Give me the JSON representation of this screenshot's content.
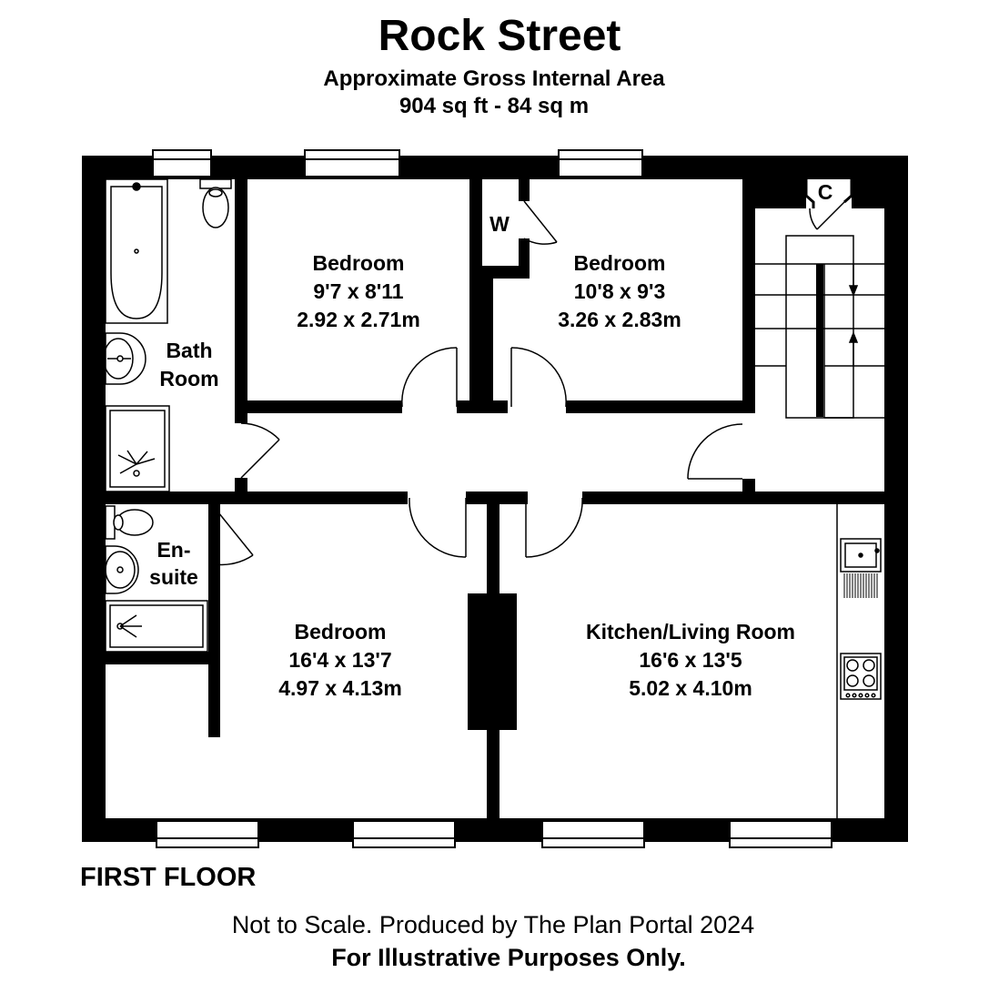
{
  "header": {
    "title": "Rock Street",
    "subtitle": "Approximate Gross Internal Area",
    "area": "904 sq ft - 84 sq m"
  },
  "rooms": {
    "bedroom_1": {
      "name": "Bedroom",
      "imperial": "9'7 x 8'11",
      "metric": "2.92 x 2.71m"
    },
    "bedroom_2": {
      "name": "Bedroom",
      "imperial": "10'8 x 9'3",
      "metric": "3.26 x 2.83m"
    },
    "bathroom": {
      "line1": "Bath",
      "line2": "Room"
    },
    "ensuite": {
      "line1": "En-",
      "line2": "suite"
    },
    "wardrobe": {
      "label": "W"
    },
    "cupboard": {
      "label": "C"
    },
    "bedroom_3": {
      "name": "Bedroom",
      "imperial": "16'4 x 13'7",
      "metric": "4.97 x 4.13m"
    },
    "kitchen_living": {
      "name": "Kitchen/Living Room",
      "imperial": "16'6 x 13'5",
      "metric": "5.02 x 4.10m"
    }
  },
  "footer": {
    "floor": "FIRST FLOOR",
    "disclaimer": "Not to Scale. Produced by The Plan Portal 2024",
    "illustrative": "For Illustrative Purposes Only."
  }
}
